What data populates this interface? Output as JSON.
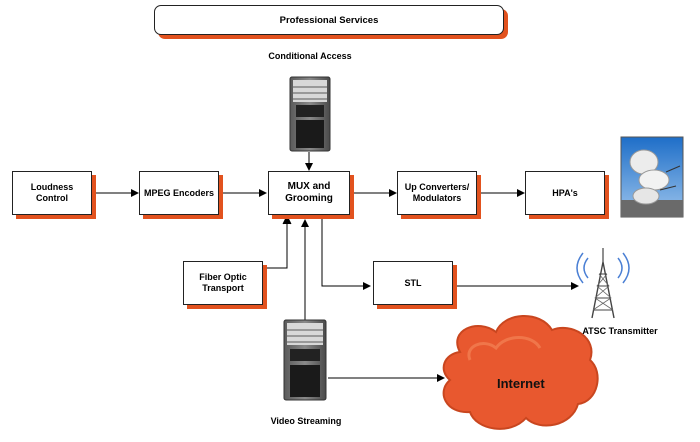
{
  "header": {
    "label": "Professional Services"
  },
  "servers": {
    "top_label": "Conditional Access",
    "bottom_label": "Video Streaming"
  },
  "nodes": {
    "loudness": "Loudness\nControl",
    "mpeg": "MPEG Encoders",
    "mux": "MUX and\nGrooming",
    "upconverters": "Up Converters/\nModulators",
    "hpa": "HPA's",
    "fiber": "Fiber Optic\nTransport",
    "stl": "STL"
  },
  "transmitter": {
    "label": "ATSC Transmitter"
  },
  "internet": {
    "label": "Internet"
  },
  "colors": {
    "accent": "#e2521e",
    "cloud": "#e8582f"
  }
}
